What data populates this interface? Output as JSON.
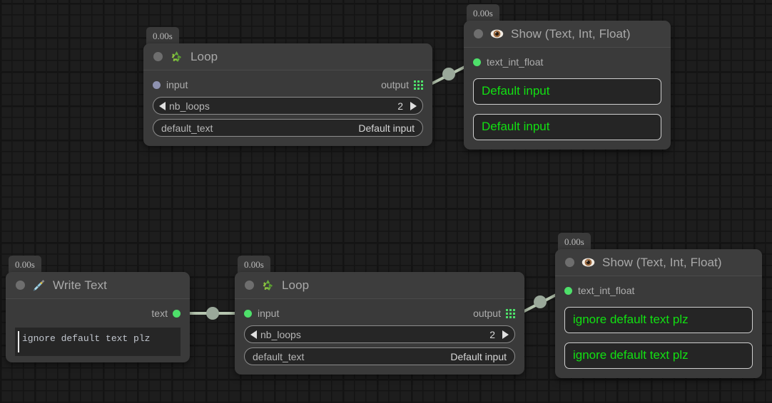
{
  "app": {
    "canvas_background": "#1d1d1d",
    "accent_green": "#4ee06a",
    "value_green": "#12e012",
    "node_background": "#3a3a3a"
  },
  "nodes": [
    {
      "id": "loop-top",
      "title": "Loop",
      "icon": "recycle-icon",
      "time_badge": "0.00s",
      "ports": {
        "input_label": "input",
        "input_state": "unconnected",
        "output_label": "output",
        "output_icon": "list-grid-icon"
      },
      "params": [
        {
          "name": "nb_loops",
          "value": "2",
          "type": "stepper"
        },
        {
          "name": "default_text",
          "value": "Default input",
          "type": "text"
        }
      ]
    },
    {
      "id": "show-top",
      "title": "Show (Text, Int, Float)",
      "icon": "eye-icon",
      "time_badge": "0.00s",
      "ports": {
        "input_label": "text_int_float",
        "input_state": "connected"
      },
      "displays": [
        "Default input",
        "Default input"
      ]
    },
    {
      "id": "write-text",
      "title": "Write Text",
      "icon": "pen-nib-icon",
      "time_badge": "0.00s",
      "ports": {
        "output_label": "text",
        "output_state": "connected"
      },
      "text_value": "ignore default text plz"
    },
    {
      "id": "loop-bottom",
      "title": "Loop",
      "icon": "recycle-icon",
      "time_badge": "0.00s",
      "ports": {
        "input_label": "input",
        "input_state": "connected",
        "output_label": "output",
        "output_icon": "list-grid-icon"
      },
      "params": [
        {
          "name": "nb_loops",
          "value": "2",
          "type": "stepper"
        },
        {
          "name": "default_text",
          "value": "Default input",
          "type": "text"
        }
      ]
    },
    {
      "id": "show-bottom",
      "title": "Show (Text, Int, Float)",
      "icon": "eye-icon",
      "time_badge": "0.00s",
      "ports": {
        "input_label": "text_int_float",
        "input_state": "connected"
      },
      "displays": [
        "ignore default text plz",
        "ignore default text plz"
      ]
    }
  ],
  "connections": [
    {
      "from": "loop-top.output",
      "to": "show-top.text_int_float"
    },
    {
      "from": "write-text.text",
      "to": "loop-bottom.input"
    },
    {
      "from": "loop-bottom.output",
      "to": "show-bottom.text_int_float"
    }
  ]
}
